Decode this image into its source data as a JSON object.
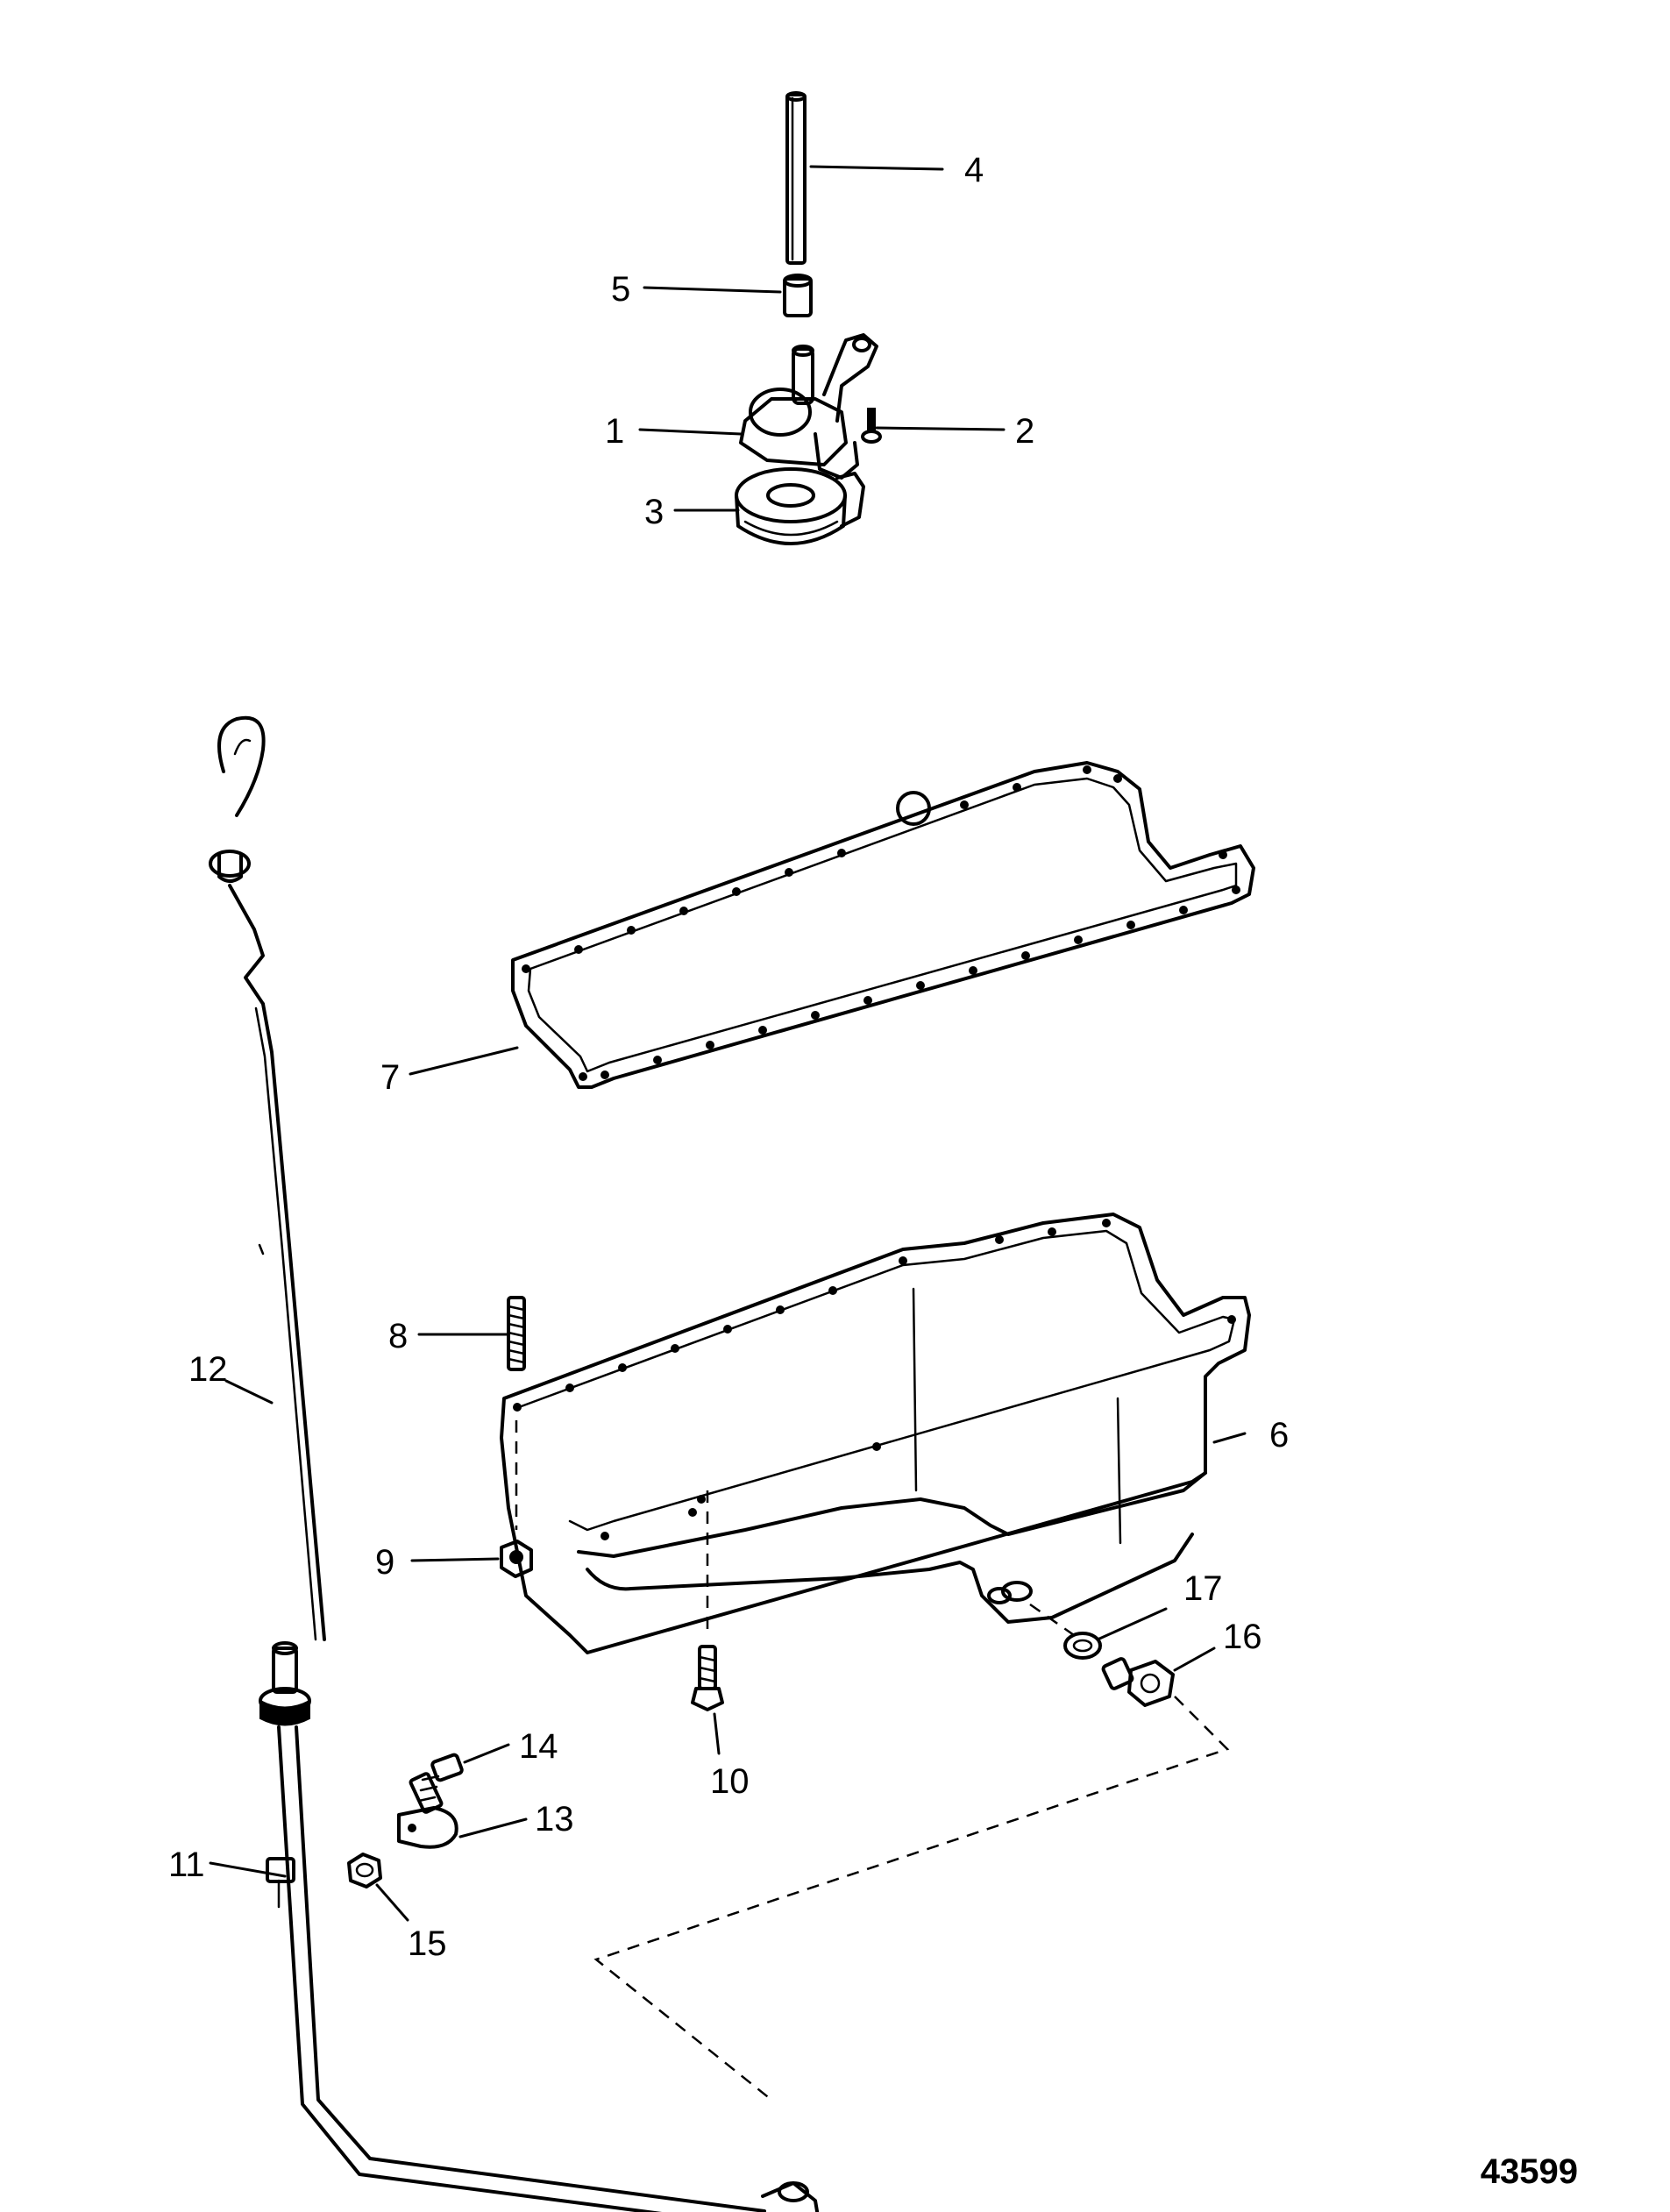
{
  "callouts": [
    {
      "id": "1",
      "label": "1"
    },
    {
      "id": "2",
      "label": "2"
    },
    {
      "id": "3",
      "label": "3"
    },
    {
      "id": "4",
      "label": "4"
    },
    {
      "id": "5",
      "label": "5"
    },
    {
      "id": "6",
      "label": "6"
    },
    {
      "id": "7",
      "label": "7"
    },
    {
      "id": "8",
      "label": "8"
    },
    {
      "id": "9",
      "label": "9"
    },
    {
      "id": "10",
      "label": "10"
    },
    {
      "id": "11",
      "label": "11"
    },
    {
      "id": "12",
      "label": "12"
    },
    {
      "id": "13",
      "label": "13"
    },
    {
      "id": "14",
      "label": "14"
    },
    {
      "id": "15",
      "label": "15"
    },
    {
      "id": "16",
      "label": "16"
    },
    {
      "id": "17",
      "label": "17"
    }
  ],
  "reference_number": "43599"
}
